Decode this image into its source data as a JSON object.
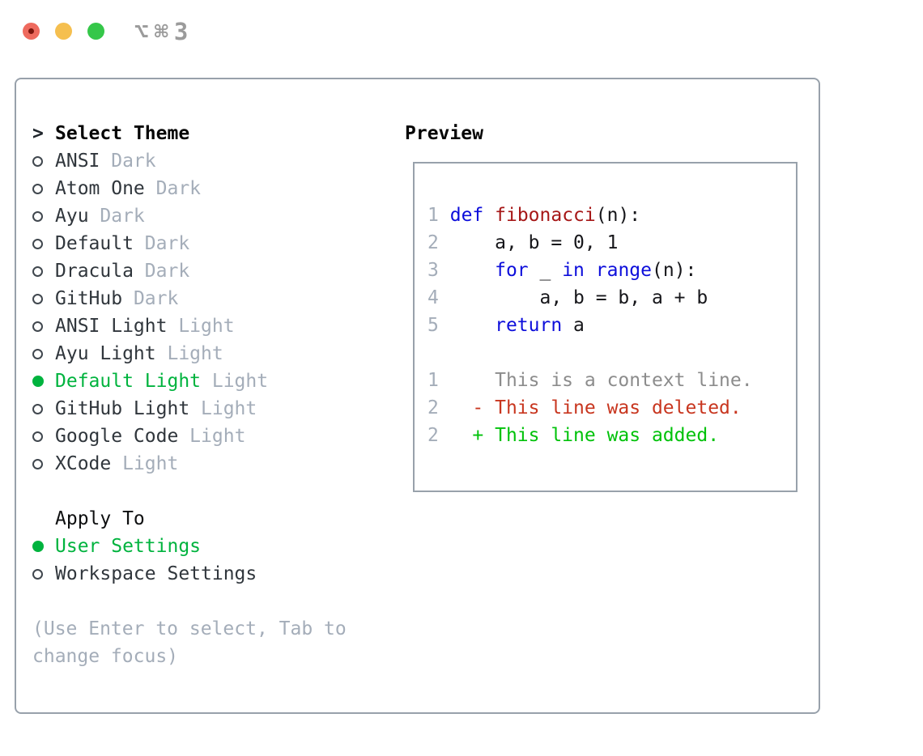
{
  "titlebar": {
    "title": "⌥⌘3",
    "buttons": [
      "close",
      "minimize",
      "zoom"
    ]
  },
  "colors": {
    "frame_border": "#98a1ab",
    "selection_green": "#00b33e",
    "muted_gray": "#a4adb9",
    "item_text": "#30363c",
    "keyword_blue": "#0d0edb",
    "function_red": "#a61717",
    "diff_deleted_red": "#c8361f",
    "diff_added_green": "#00c20a",
    "diff_context_gray": "#8c8c8c",
    "traffic_red": "#ee6a5e",
    "traffic_yellow": "#f5bf4f",
    "traffic_green": "#35c749"
  },
  "theme_list": {
    "header_marker": ">",
    "header": "Select Theme",
    "items": [
      {
        "name": "ANSI",
        "variant": "Dark",
        "selected": false
      },
      {
        "name": "Atom One",
        "variant": "Dark",
        "selected": false
      },
      {
        "name": "Ayu",
        "variant": "Dark",
        "selected": false
      },
      {
        "name": "Default",
        "variant": "Dark",
        "selected": false
      },
      {
        "name": "Dracula",
        "variant": "Dark",
        "selected": false
      },
      {
        "name": "GitHub",
        "variant": "Dark",
        "selected": false
      },
      {
        "name": "ANSI Light",
        "variant": "Light",
        "selected": false
      },
      {
        "name": "Ayu Light",
        "variant": "Light",
        "selected": false
      },
      {
        "name": "Default Light",
        "variant": "Light",
        "selected": true
      },
      {
        "name": "GitHub Light",
        "variant": "Light",
        "selected": false
      },
      {
        "name": "Google Code",
        "variant": "Light",
        "selected": false
      },
      {
        "name": "XCode",
        "variant": "Light",
        "selected": false
      }
    ]
  },
  "apply_to": {
    "header": "Apply To",
    "items": [
      {
        "label": "User Settings",
        "selected": true
      },
      {
        "label": "Workspace Settings",
        "selected": false
      }
    ]
  },
  "hint_lines": [
    "(Use Enter to select, Tab to",
    "change focus)"
  ],
  "preview": {
    "title": "Preview",
    "lines": [
      {
        "name": "code-line",
        "num": "1",
        "tokens": [
          {
            "t": " "
          },
          {
            "t": "def",
            "c": "kw"
          },
          {
            "t": " "
          },
          {
            "t": "fibonacci",
            "c": "fn"
          },
          {
            "t": "(n):"
          }
        ]
      },
      {
        "name": "code-line",
        "num": "2",
        "tokens": [
          {
            "t": "     a, b = 0, 1"
          }
        ]
      },
      {
        "name": "code-line",
        "num": "3",
        "tokens": [
          {
            "t": "     "
          },
          {
            "t": "for",
            "c": "kw"
          },
          {
            "t": " _ "
          },
          {
            "t": "in",
            "c": "kw"
          },
          {
            "t": " "
          },
          {
            "t": "range",
            "c": "kw"
          },
          {
            "t": "(n):"
          }
        ]
      },
      {
        "name": "code-line",
        "num": "4",
        "tokens": [
          {
            "t": "         a, b = b, a + b"
          }
        ]
      },
      {
        "name": "code-line",
        "num": "5",
        "tokens": [
          {
            "t": "     "
          },
          {
            "t": "return",
            "c": "kw"
          },
          {
            "t": " a"
          }
        ]
      },
      {
        "name": "blank-line",
        "num": "",
        "tokens": []
      },
      {
        "name": "diff-context-line",
        "num": "1",
        "tokens": [
          {
            "t": "     This is a context line.",
            "c": "ctx"
          }
        ]
      },
      {
        "name": "diff-deleted-line",
        "num": "2",
        "tokens": [
          {
            "t": "   - This line was deleted.",
            "c": "del"
          }
        ]
      },
      {
        "name": "diff-added-line",
        "num": "2",
        "tokens": [
          {
            "t": "   + This line was added.",
            "c": "add"
          }
        ]
      }
    ]
  }
}
